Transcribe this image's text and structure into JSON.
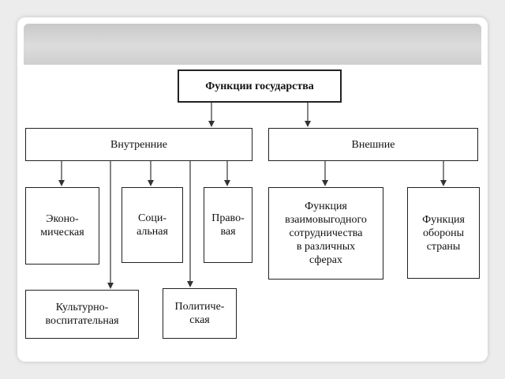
{
  "diagram": {
    "title": "Функции государства",
    "internal": "Внутренние",
    "external": "Внешние",
    "economic": "Эконо-\nмическая",
    "social": "Соци-\nальная",
    "legal": "Право-\nвая",
    "cultural": "Культурно-\nвоспитательная",
    "political": "Политиче-\nская",
    "cooperation": "Функция\nвзаимовыгодного\nсотрудничества\nв различных\nсферах",
    "defense": "Функция\nобороны\nстраны"
  }
}
